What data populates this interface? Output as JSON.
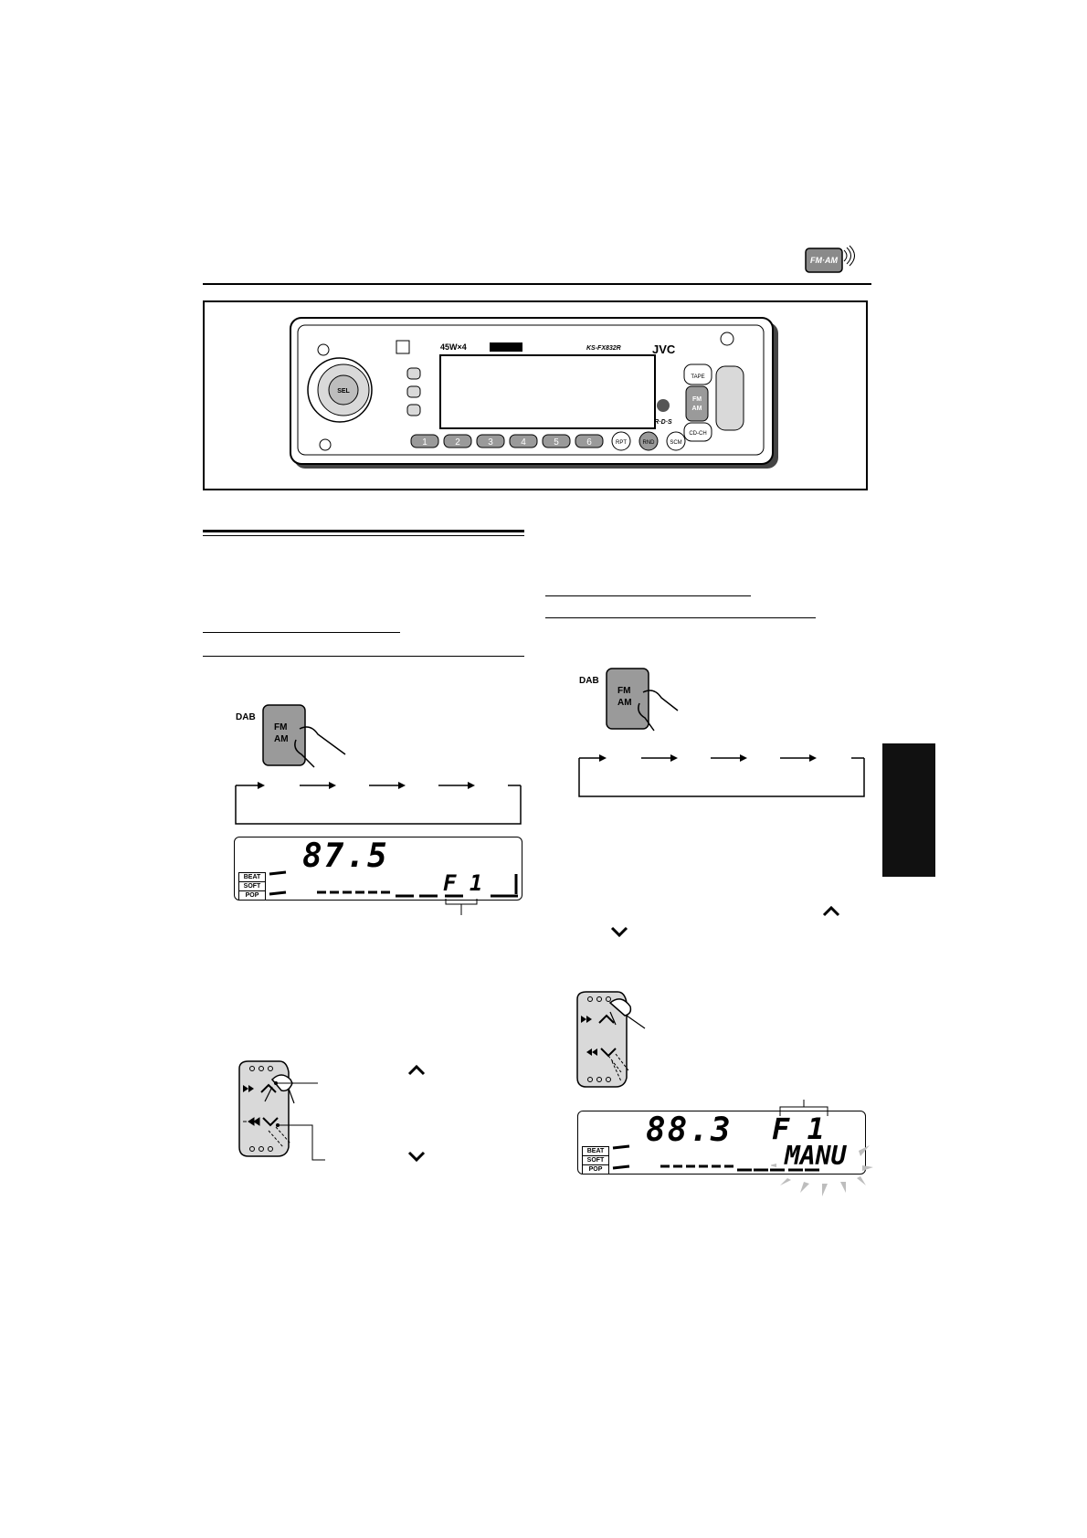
{
  "header": {
    "source_icon": "FM/AM",
    "source_icon_name": "fm-am-radio-icon"
  },
  "unit": {
    "brand": "JVC",
    "model": "KS-FX832R",
    "power": "45W×4",
    "rds": "R·D·S",
    "sel": "SEL",
    "source_buttons": {
      "tape": "TAPE",
      "fm": "FM",
      "am": "AM",
      "cdch": "CD-CH"
    },
    "presets": [
      "1",
      "2",
      "3",
      "4",
      "5",
      "6"
    ],
    "func_buttons": [
      "RPT",
      "RND",
      "SCM"
    ]
  },
  "left_column": {
    "button_top": {
      "dab": "DAB",
      "fm": "FM",
      "am": "AM"
    },
    "display1": {
      "freq": "87.5",
      "band": "F 1",
      "modes": [
        "BEAT",
        "SOFT",
        "POP"
      ]
    }
  },
  "right_column": {
    "button_top": {
      "dab": "DAB",
      "fm": "FM",
      "am": "AM"
    },
    "display2": {
      "freq": "88.3",
      "band": "F 1",
      "mode_text": "MANU",
      "modes": [
        "BEAT",
        "SOFT",
        "POP"
      ]
    }
  },
  "colors": {
    "ink": "#000000",
    "button_gray": "#9a9a9a",
    "panel_gray": "#d9d9d9",
    "tab": "#111111"
  }
}
